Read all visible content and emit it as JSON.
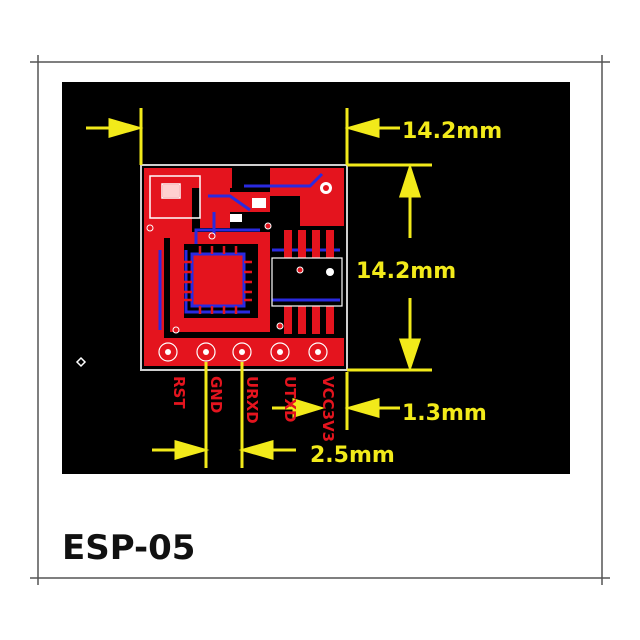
{
  "caption": "ESP-05",
  "dimensions": {
    "width": "14.2mm",
    "height": "14.2mm",
    "pin_offset": "1.3mm",
    "pin_pitch": "2.5mm"
  },
  "pins": [
    "RST",
    "GND",
    "URXD",
    "UTXD",
    "VCC3V3"
  ],
  "colors": {
    "background": "#000000",
    "copper_top": "#e4141e",
    "copper_bottom": "#2a2ae0",
    "silkscreen": "#ffffff",
    "dimension": "#f2ea1a"
  }
}
